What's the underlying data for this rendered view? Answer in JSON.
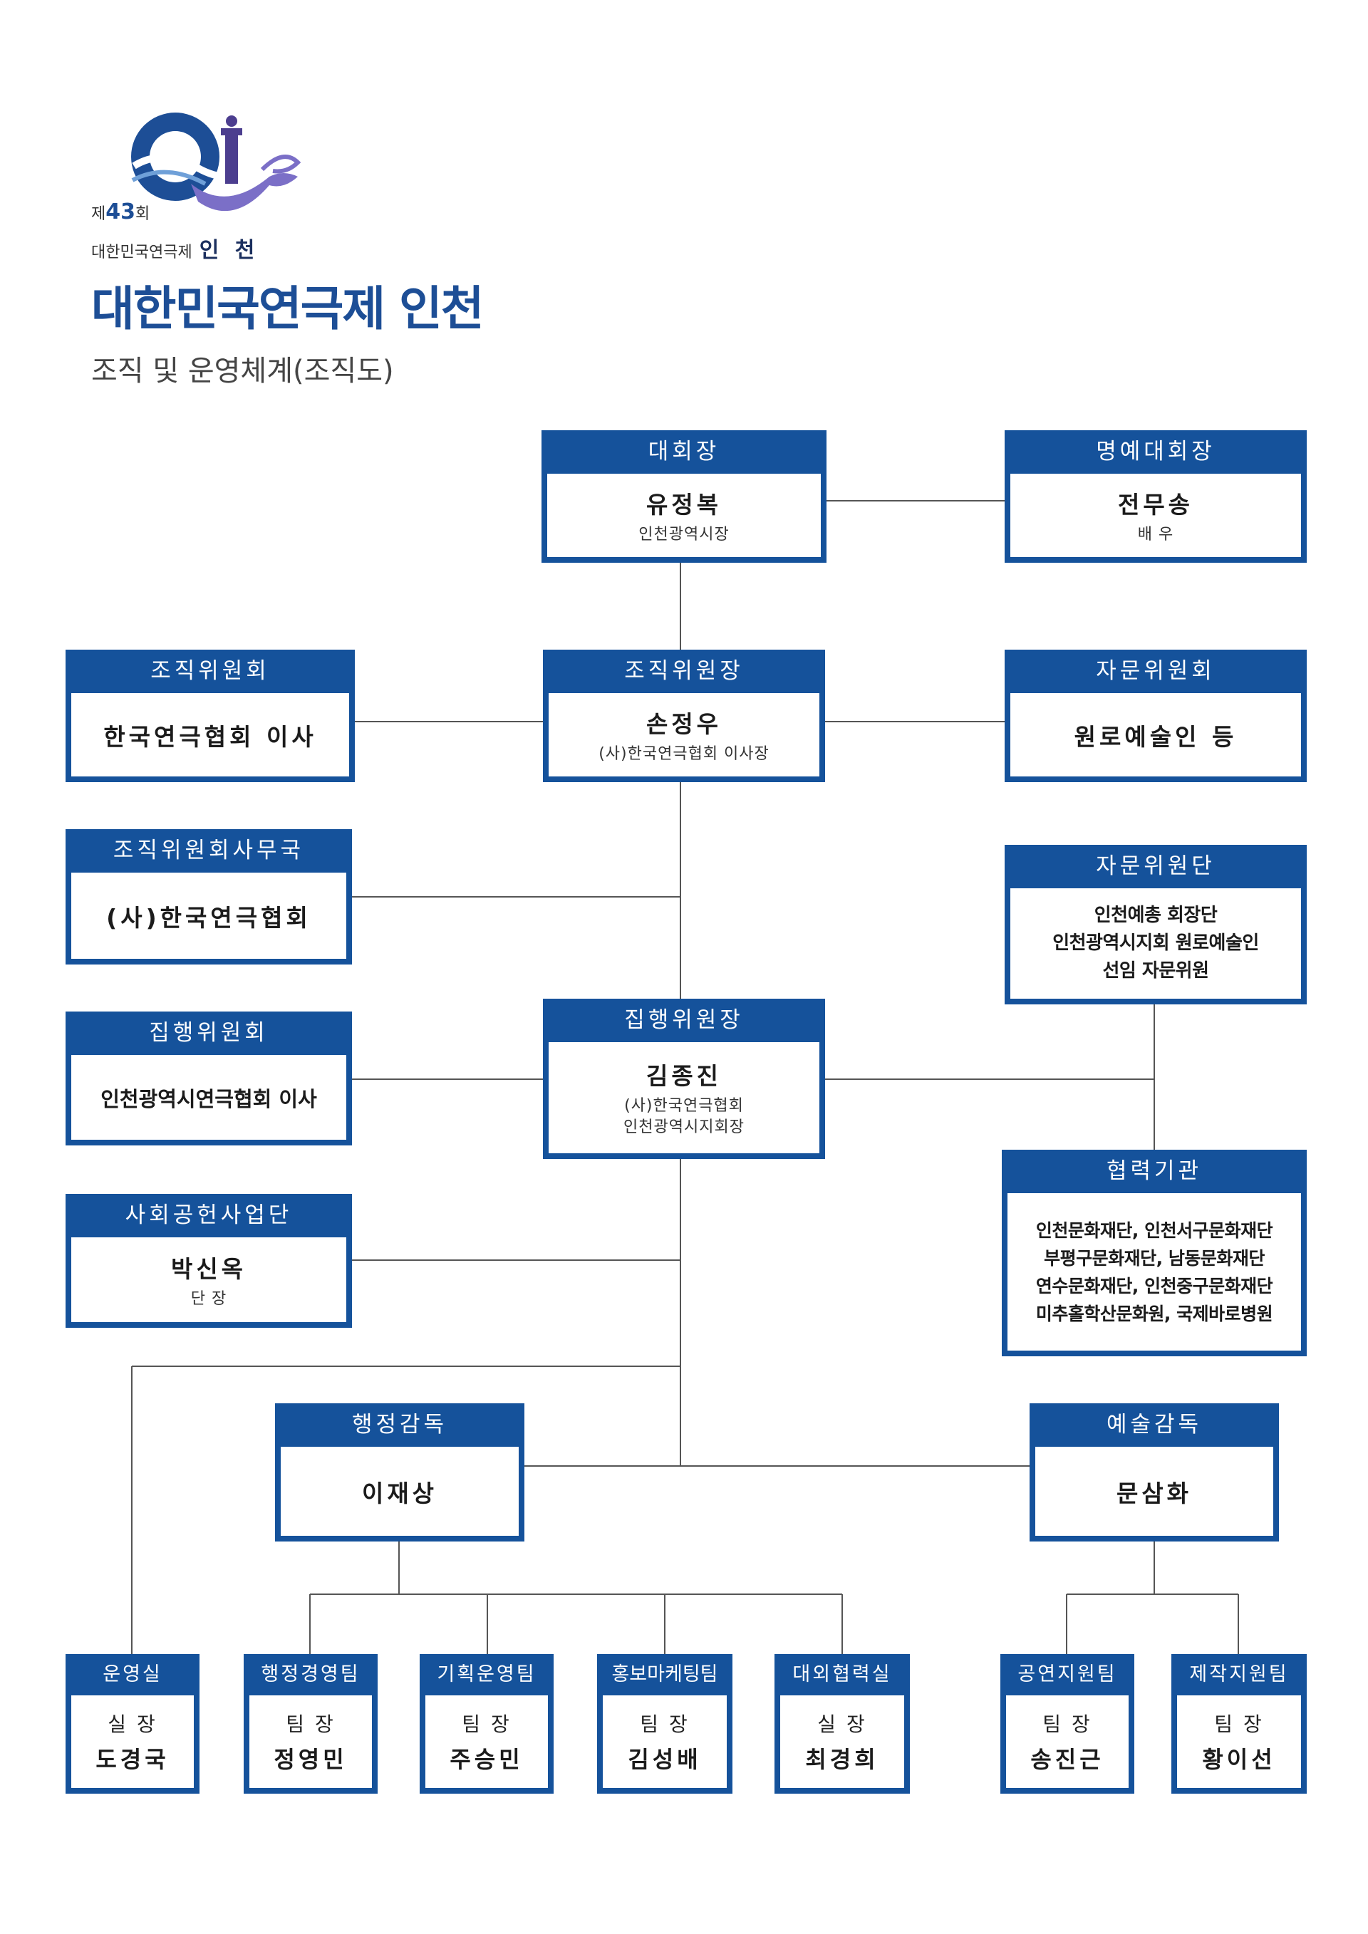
{
  "logo": {
    "edition_prefix": "제",
    "edition_number": "43",
    "edition_suffix": "회",
    "festival_name": "대한민국연극제",
    "city": "인 천",
    "colors": {
      "blue": "#1d4e96",
      "purple": "#7b6fc7",
      "dark_purple": "#4c3e8f"
    }
  },
  "title": "대한민국연극제 인천",
  "subtitle": "조직 및 운영체계(조직도)",
  "accent_color": "#15529b",
  "boxes": {
    "chairman": {
      "header": "대회장",
      "name": "유정복",
      "desc": "인천광역시장"
    },
    "honorary": {
      "header": "명예대회장",
      "name": "전무송",
      "desc": "배 우"
    },
    "org_committee": {
      "header": "조직위원회",
      "name": "한국연극협회 이사"
    },
    "org_chair": {
      "header": "조직위원장",
      "name": "손정우",
      "desc": "(사)한국연극협회 이사장"
    },
    "advisory_committee": {
      "header": "자문위원회",
      "name": "원로예술인 등"
    },
    "org_secretariat": {
      "header": "조직위원회사무국",
      "name": "(사)한국연극협회"
    },
    "advisory_group": {
      "header": "자문위원단",
      "text": "인천예총 회장단\n인천광역시지회 원로예술인\n선임 자문위원"
    },
    "exec_committee": {
      "header": "집행위원회",
      "name": "인천광역시연극협회 이사"
    },
    "exec_chair": {
      "header": "집행위원장",
      "name": "김종진",
      "desc": "(사)한국연극협회\n인천광역시지회장"
    },
    "partners": {
      "header": "협력기관",
      "text": "인천문화재단, 인천서구문화재단\n부평구문화재단, 남동문화재단\n연수문화재단, 인천중구문화재단\n미추홀학산문화원, 국제바로병원"
    },
    "social": {
      "header": "사회공헌사업단",
      "name": "박신옥",
      "desc": "단 장"
    },
    "admin_director": {
      "header": "행정감독",
      "name": "이재상"
    },
    "art_director": {
      "header": "예술감독",
      "name": "문삼화"
    }
  },
  "teams": [
    {
      "header": "운영실",
      "role": "실 장",
      "name": "도경국"
    },
    {
      "header": "행정경영팀",
      "role": "팀 장",
      "name": "정영민"
    },
    {
      "header": "기획운영팀",
      "role": "팀 장",
      "name": "주승민"
    },
    {
      "header": "홍보마케팅팀",
      "role": "팀 장",
      "name": "김성배"
    },
    {
      "header": "대외협력실",
      "role": "실 장",
      "name": "최경희"
    },
    {
      "header": "공연지원팀",
      "role": "팀 장",
      "name": "송진근"
    },
    {
      "header": "제작지원팀",
      "role": "팀 장",
      "name": "황이선"
    }
  ]
}
